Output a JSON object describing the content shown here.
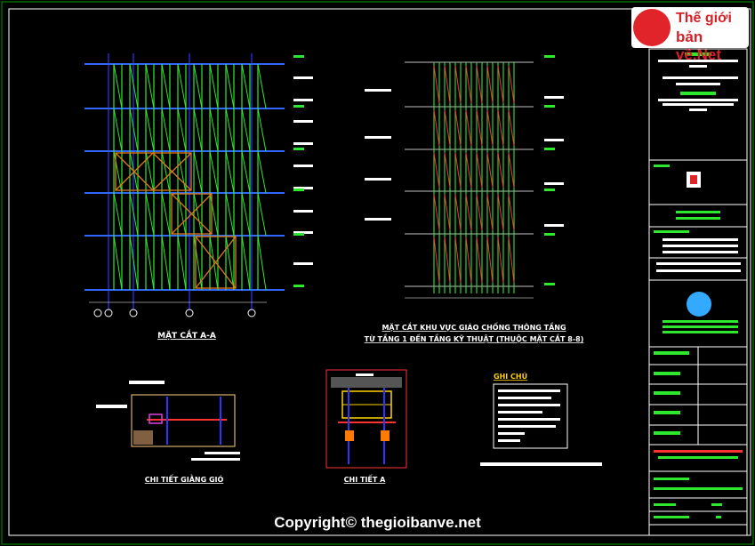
{
  "logo": {
    "line1": "Thế giới",
    "line2": "bản vẽ.Net"
  },
  "labels": {
    "section_aa": "MẶT CẮT A-A",
    "section_title_1": "MẶT CẮT KHU VỰC GIÁO CHỐNG THÔNG TẦNG",
    "section_title_2": "TỪ TẦNG 1 ĐẾN TẦNG KỸ THUẬT (THUỘC MẶT CẮT 8-8)",
    "detail_wind": "CHI TIẾT GIẰNG GIÓ",
    "detail_a": "CHI TIẾT A",
    "notes": "GHI CHÚ"
  },
  "copyright": "Copyright© thegioibanve.net",
  "colors": {
    "frame": "#00a000",
    "scaffold": "#2ee82e",
    "level": "#ffffff",
    "grid": "#3333ff",
    "brace": "#e07a1e",
    "detail": "#ff3030"
  }
}
